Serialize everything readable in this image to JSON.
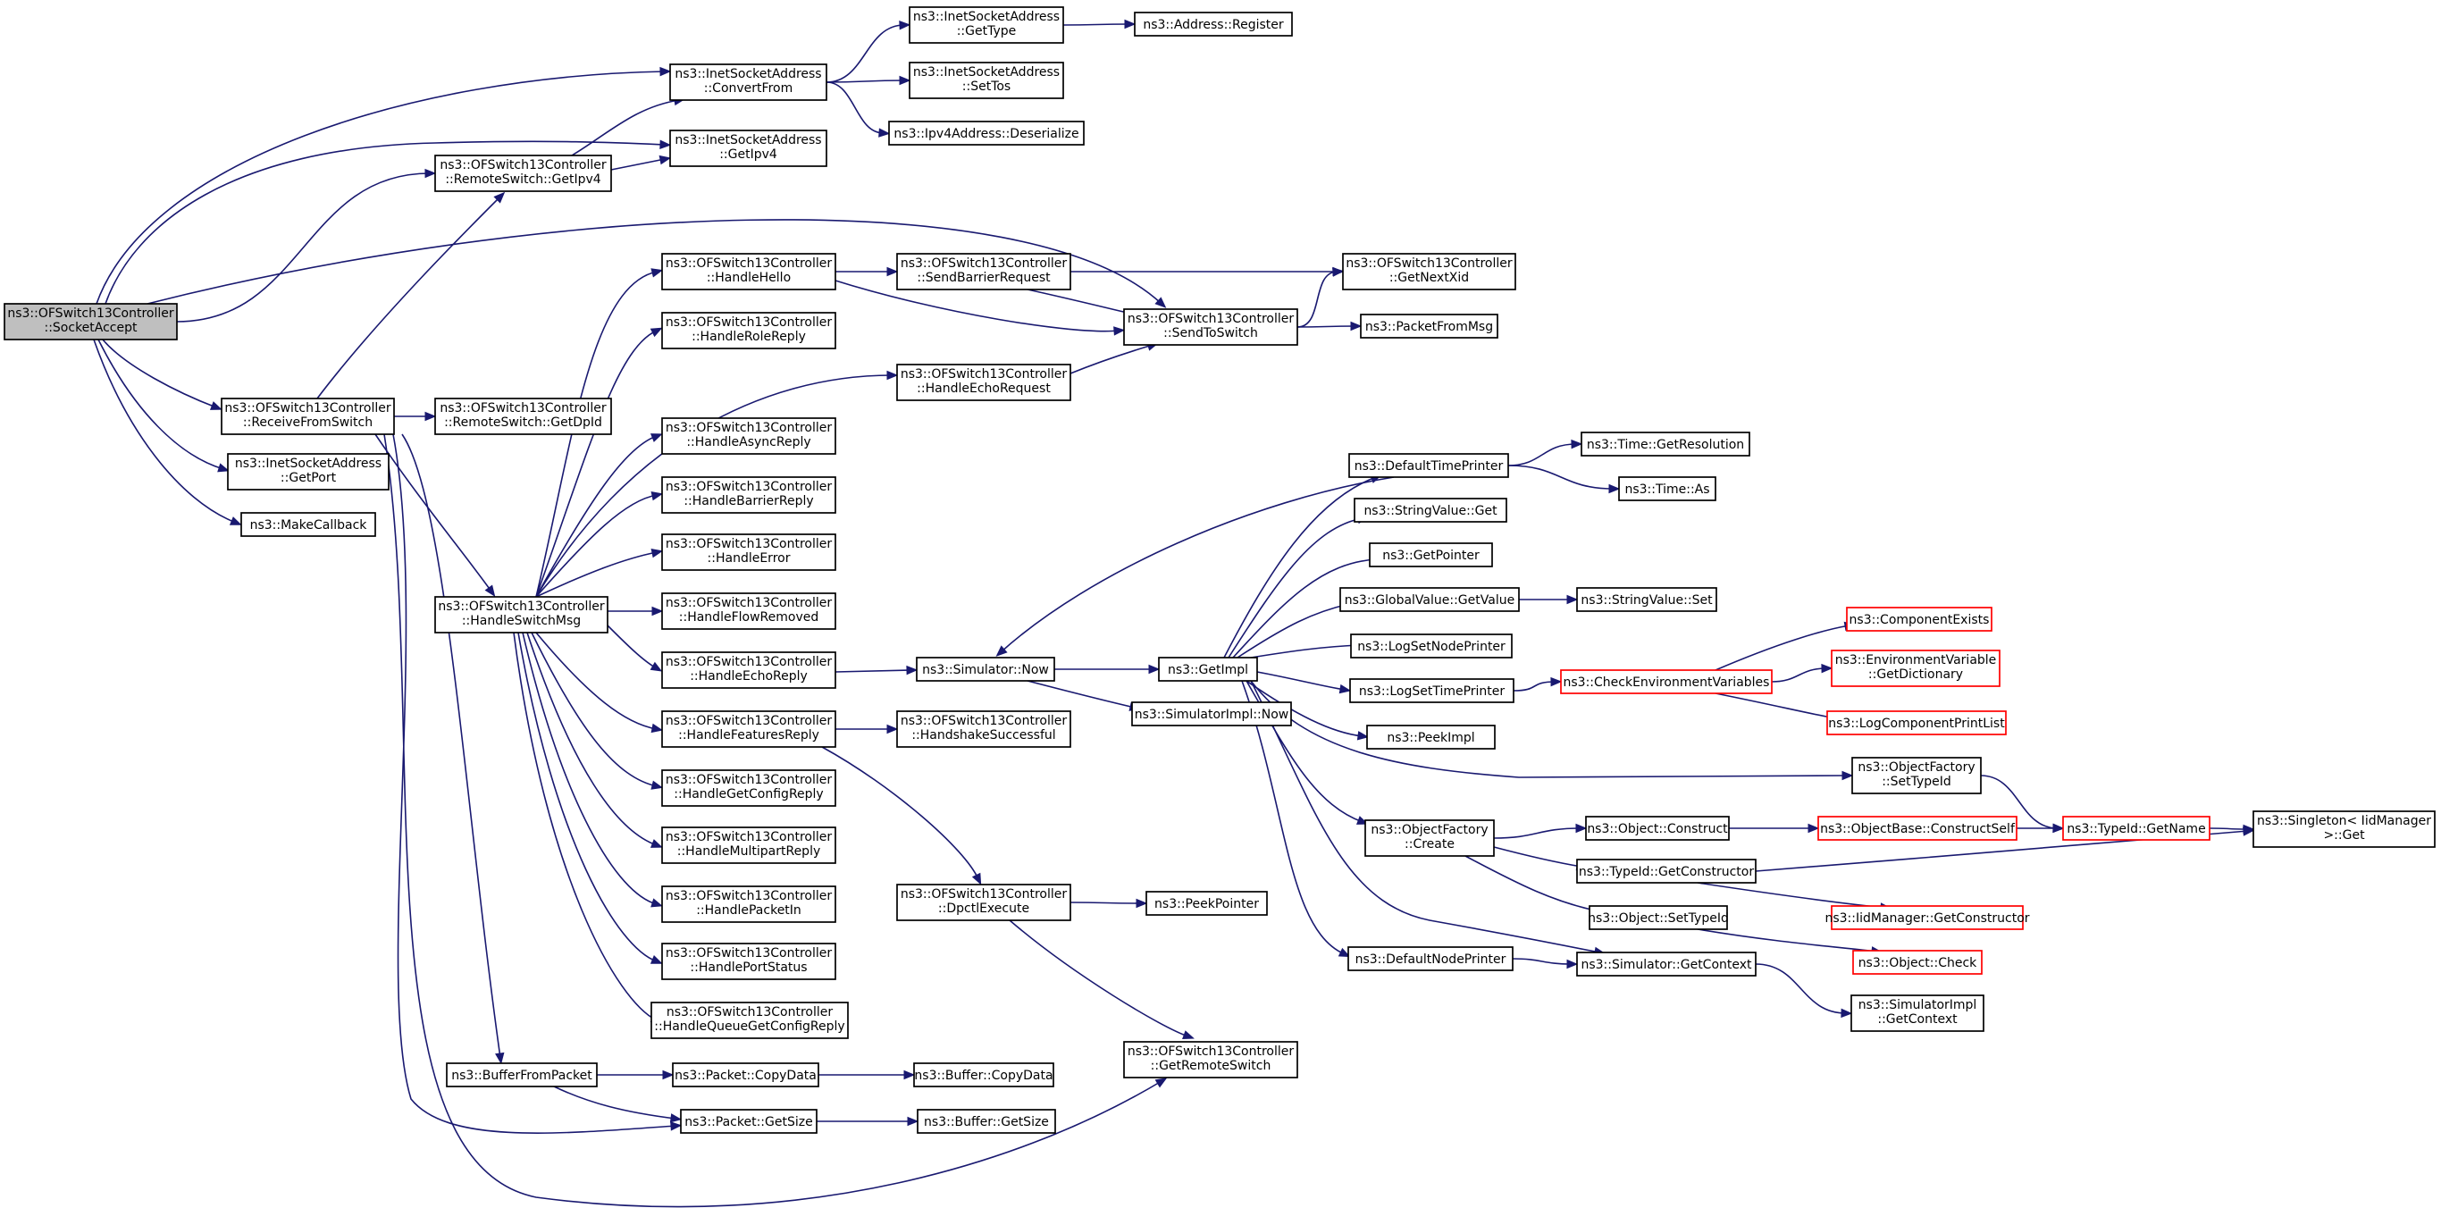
{
  "diagram": {
    "type": "call-graph",
    "colors": {
      "edge": "#191970",
      "box_border": "#000000",
      "highlight_border": "#ff0000",
      "root_fill": "#bfbfbf"
    },
    "nodes": [
      {
        "id": "n0",
        "lines": [
          "ns3::OFSwitch13Controller",
          "::SocketAccept"
        ],
        "style": "root"
      },
      {
        "id": "n1",
        "lines": [
          "ns3::InetSocketAddress",
          "::ConvertFrom"
        ],
        "style": "normal"
      },
      {
        "id": "n2",
        "lines": [
          "ns3::InetSocketAddress",
          "::GetType"
        ],
        "style": "normal"
      },
      {
        "id": "n3",
        "lines": [
          "ns3::Address::Register"
        ],
        "style": "normal"
      },
      {
        "id": "n4",
        "lines": [
          "ns3::InetSocketAddress",
          "::SetTos"
        ],
        "style": "normal"
      },
      {
        "id": "n5",
        "lines": [
          "ns3::Ipv4Address::Deserialize"
        ],
        "style": "normal"
      },
      {
        "id": "n6",
        "lines": [
          "ns3::InetSocketAddress",
          "::GetIpv4"
        ],
        "style": "normal"
      },
      {
        "id": "n7",
        "lines": [
          "ns3::OFSwitch13Controller",
          "::RemoteSwitch::GetIpv4"
        ],
        "style": "normal"
      },
      {
        "id": "n8",
        "lines": [
          "ns3::OFSwitch13Controller",
          "::SendToSwitch"
        ],
        "style": "normal"
      },
      {
        "id": "n9",
        "lines": [
          "ns3::OFSwitch13Controller",
          "::GetNextXid"
        ],
        "style": "normal"
      },
      {
        "id": "n10",
        "lines": [
          "ns3::PacketFromMsg"
        ],
        "style": "normal"
      },
      {
        "id": "n11",
        "lines": [
          "ns3::OFSwitch13Controller",
          "::ReceiveFromSwitch"
        ],
        "style": "normal"
      },
      {
        "id": "n12",
        "lines": [
          "ns3::OFSwitch13Controller",
          "::RemoteSwitch::GetDpId"
        ],
        "style": "normal"
      },
      {
        "id": "n13",
        "lines": [
          "ns3::OFSwitch13Controller",
          "::HandleSwitchMsg"
        ],
        "style": "normal"
      },
      {
        "id": "n14",
        "lines": [
          "ns3::OFSwitch13Controller",
          "::HandleHello"
        ],
        "style": "normal"
      },
      {
        "id": "n15",
        "lines": [
          "ns3::OFSwitch13Controller",
          "::SendBarrierRequest"
        ],
        "style": "normal"
      },
      {
        "id": "n16",
        "lines": [
          "ns3::OFSwitch13Controller",
          "::HandleRoleReply"
        ],
        "style": "normal"
      },
      {
        "id": "n17",
        "lines": [
          "ns3::OFSwitch13Controller",
          "::HandleEchoRequest"
        ],
        "style": "normal"
      },
      {
        "id": "n18",
        "lines": [
          "ns3::OFSwitch13Controller",
          "::HandleAsyncReply"
        ],
        "style": "normal"
      },
      {
        "id": "n19",
        "lines": [
          "ns3::OFSwitch13Controller",
          "::HandleBarrierReply"
        ],
        "style": "normal"
      },
      {
        "id": "n20",
        "lines": [
          "ns3::OFSwitch13Controller",
          "::HandleError"
        ],
        "style": "normal"
      },
      {
        "id": "n21",
        "lines": [
          "ns3::OFSwitch13Controller",
          "::HandleFlowRemoved"
        ],
        "style": "normal"
      },
      {
        "id": "n22",
        "lines": [
          "ns3::OFSwitch13Controller",
          "::HandleEchoReply"
        ],
        "style": "normal"
      },
      {
        "id": "n23",
        "lines": [
          "ns3::OFSwitch13Controller",
          "::HandleFeaturesReply"
        ],
        "style": "normal"
      },
      {
        "id": "n24",
        "lines": [
          "ns3::OFSwitch13Controller",
          "::HandshakeSuccessful"
        ],
        "style": "normal"
      },
      {
        "id": "n25",
        "lines": [
          "ns3::OFSwitch13Controller",
          "::HandleGetConfigReply"
        ],
        "style": "normal"
      },
      {
        "id": "n26",
        "lines": [
          "ns3::OFSwitch13Controller",
          "::HandleMultipartReply"
        ],
        "style": "normal"
      },
      {
        "id": "n27",
        "lines": [
          "ns3::OFSwitch13Controller",
          "::HandlePacketIn"
        ],
        "style": "normal"
      },
      {
        "id": "n28",
        "lines": [
          "ns3::OFSwitch13Controller",
          "::HandlePortStatus"
        ],
        "style": "normal"
      },
      {
        "id": "n29",
        "lines": [
          "ns3::OFSwitch13Controller",
          "::HandleQueueGetConfigReply"
        ],
        "style": "normal"
      },
      {
        "id": "n30",
        "lines": [
          "ns3::InetSocketAddress",
          "::GetPort"
        ],
        "style": "normal"
      },
      {
        "id": "n31",
        "lines": [
          "ns3::MakeCallback"
        ],
        "style": "normal"
      },
      {
        "id": "n32",
        "lines": [
          "ns3::BufferFromPacket"
        ],
        "style": "normal"
      },
      {
        "id": "n33",
        "lines": [
          "ns3::Packet::CopyData"
        ],
        "style": "normal"
      },
      {
        "id": "n34",
        "lines": [
          "ns3::Buffer::CopyData"
        ],
        "style": "normal"
      },
      {
        "id": "n35",
        "lines": [
          "ns3::Packet::GetSize"
        ],
        "style": "normal"
      },
      {
        "id": "n36",
        "lines": [
          "ns3::Buffer::GetSize"
        ],
        "style": "normal"
      },
      {
        "id": "n37",
        "lines": [
          "ns3::OFSwitch13Controller",
          "::DpctlExecute"
        ],
        "style": "normal"
      },
      {
        "id": "n38",
        "lines": [
          "ns3::PeekPointer"
        ],
        "style": "normal"
      },
      {
        "id": "n39",
        "lines": [
          "ns3::OFSwitch13Controller",
          "::GetRemoteSwitch"
        ],
        "style": "normal"
      },
      {
        "id": "n40",
        "lines": [
          "ns3::Simulator::Now"
        ],
        "style": "normal"
      },
      {
        "id": "n41",
        "lines": [
          "ns3::GetImpl"
        ],
        "style": "normal"
      },
      {
        "id": "n42",
        "lines": [
          "ns3::SimulatorImpl::Now"
        ],
        "style": "normal"
      },
      {
        "id": "n43",
        "lines": [
          "ns3::DefaultTimePrinter"
        ],
        "style": "normal"
      },
      {
        "id": "n44",
        "lines": [
          "ns3::Time::GetResolution"
        ],
        "style": "normal"
      },
      {
        "id": "n45",
        "lines": [
          "ns3::Time::As"
        ],
        "style": "normal"
      },
      {
        "id": "n46",
        "lines": [
          "ns3::StringValue::Get"
        ],
        "style": "normal"
      },
      {
        "id": "n47",
        "lines": [
          "ns3::GetPointer"
        ],
        "style": "normal"
      },
      {
        "id": "n48",
        "lines": [
          "ns3::GlobalValue::GetValue"
        ],
        "style": "normal"
      },
      {
        "id": "n49",
        "lines": [
          "ns3::StringValue::Set"
        ],
        "style": "normal"
      },
      {
        "id": "n50",
        "lines": [
          "ns3::LogSetNodePrinter"
        ],
        "style": "normal"
      },
      {
        "id": "n51",
        "lines": [
          "ns3::LogSetTimePrinter"
        ],
        "style": "normal"
      },
      {
        "id": "n52",
        "lines": [
          "ns3::CheckEnvironmentVariables"
        ],
        "style": "red"
      },
      {
        "id": "n53",
        "lines": [
          "ns3::ComponentExists"
        ],
        "style": "red"
      },
      {
        "id": "n54",
        "lines": [
          "ns3::EnvironmentVariable",
          "::GetDictionary"
        ],
        "style": "red"
      },
      {
        "id": "n55",
        "lines": [
          "ns3::LogComponentPrintList"
        ],
        "style": "red"
      },
      {
        "id": "n56",
        "lines": [
          "ns3::PeekImpl"
        ],
        "style": "normal"
      },
      {
        "id": "n57",
        "lines": [
          "ns3::ObjectFactory",
          "::SetTypeId"
        ],
        "style": "normal"
      },
      {
        "id": "n58",
        "lines": [
          "ns3::TypeId::GetName"
        ],
        "style": "red"
      },
      {
        "id": "n59",
        "lines": [
          "ns3::Singleton< IidManager",
          " >::Get"
        ],
        "style": "normal"
      },
      {
        "id": "n60",
        "lines": [
          "ns3::ObjectFactory",
          "::Create"
        ],
        "style": "normal"
      },
      {
        "id": "n61",
        "lines": [
          "ns3::Object::Construct"
        ],
        "style": "normal"
      },
      {
        "id": "n62",
        "lines": [
          "ns3::ObjectBase::ConstructSelf"
        ],
        "style": "red"
      },
      {
        "id": "n63",
        "lines": [
          "ns3::TypeId::GetConstructor"
        ],
        "style": "normal"
      },
      {
        "id": "n64",
        "lines": [
          "ns3::IidManager::GetConstructor"
        ],
        "style": "red"
      },
      {
        "id": "n65",
        "lines": [
          "ns3::Object::SetTypeId"
        ],
        "style": "normal"
      },
      {
        "id": "n66",
        "lines": [
          "ns3::Object::Check"
        ],
        "style": "red"
      },
      {
        "id": "n67",
        "lines": [
          "ns3::DefaultNodePrinter"
        ],
        "style": "normal"
      },
      {
        "id": "n68",
        "lines": [
          "ns3::Simulator::GetContext"
        ],
        "style": "normal"
      },
      {
        "id": "n69",
        "lines": [
          "ns3::SimulatorImpl",
          "::GetContext"
        ],
        "style": "normal"
      }
    ],
    "edges": [
      [
        "n0",
        "n1"
      ],
      [
        "n0",
        "n6"
      ],
      [
        "n0",
        "n7"
      ],
      [
        "n0",
        "n8"
      ],
      [
        "n0",
        "n11"
      ],
      [
        "n0",
        "n30"
      ],
      [
        "n0",
        "n31"
      ],
      [
        "n1",
        "n2"
      ],
      [
        "n1",
        "n4"
      ],
      [
        "n1",
        "n5"
      ],
      [
        "n2",
        "n3"
      ],
      [
        "n7",
        "n1"
      ],
      [
        "n7",
        "n6"
      ],
      [
        "n8",
        "n9"
      ],
      [
        "n8",
        "n10"
      ],
      [
        "n11",
        "n7"
      ],
      [
        "n11",
        "n12"
      ],
      [
        "n11",
        "n13"
      ],
      [
        "n11",
        "n32"
      ],
      [
        "n11",
        "n35"
      ],
      [
        "n11",
        "n39"
      ],
      [
        "n13",
        "n14"
      ],
      [
        "n13",
        "n16"
      ],
      [
        "n13",
        "n17"
      ],
      [
        "n13",
        "n18"
      ],
      [
        "n13",
        "n19"
      ],
      [
        "n13",
        "n20"
      ],
      [
        "n13",
        "n21"
      ],
      [
        "n13",
        "n22"
      ],
      [
        "n13",
        "n23"
      ],
      [
        "n13",
        "n25"
      ],
      [
        "n13",
        "n26"
      ],
      [
        "n13",
        "n27"
      ],
      [
        "n13",
        "n28"
      ],
      [
        "n13",
        "n29"
      ],
      [
        "n14",
        "n15"
      ],
      [
        "n14",
        "n8"
      ],
      [
        "n15",
        "n9"
      ],
      [
        "n15",
        "n8"
      ],
      [
        "n17",
        "n8"
      ],
      [
        "n22",
        "n40"
      ],
      [
        "n23",
        "n24"
      ],
      [
        "n23",
        "n37"
      ],
      [
        "n37",
        "n38"
      ],
      [
        "n37",
        "n39"
      ],
      [
        "n32",
        "n33"
      ],
      [
        "n32",
        "n35"
      ],
      [
        "n33",
        "n34"
      ],
      [
        "n35",
        "n36"
      ],
      [
        "n40",
        "n41"
      ],
      [
        "n40",
        "n42"
      ],
      [
        "n41",
        "n43"
      ],
      [
        "n41",
        "n46"
      ],
      [
        "n41",
        "n47"
      ],
      [
        "n41",
        "n48"
      ],
      [
        "n41",
        "n50"
      ],
      [
        "n41",
        "n51"
      ],
      [
        "n41",
        "n56"
      ],
      [
        "n41",
        "n57"
      ],
      [
        "n41",
        "n60"
      ],
      [
        "n41",
        "n67"
      ],
      [
        "n41",
        "n68"
      ],
      [
        "n43",
        "n44"
      ],
      [
        "n43",
        "n45"
      ],
      [
        "n43",
        "n40"
      ],
      [
        "n48",
        "n49"
      ],
      [
        "n51",
        "n52"
      ],
      [
        "n52",
        "n53"
      ],
      [
        "n52",
        "n54"
      ],
      [
        "n52",
        "n55"
      ],
      [
        "n57",
        "n58"
      ],
      [
        "n58",
        "n59"
      ],
      [
        "n60",
        "n61"
      ],
      [
        "n60",
        "n63"
      ],
      [
        "n60",
        "n65"
      ],
      [
        "n61",
        "n62"
      ],
      [
        "n62",
        "n58"
      ],
      [
        "n63",
        "n59"
      ],
      [
        "n63",
        "n64"
      ],
      [
        "n65",
        "n66"
      ],
      [
        "n67",
        "n68"
      ],
      [
        "n68",
        "n69"
      ]
    ]
  }
}
